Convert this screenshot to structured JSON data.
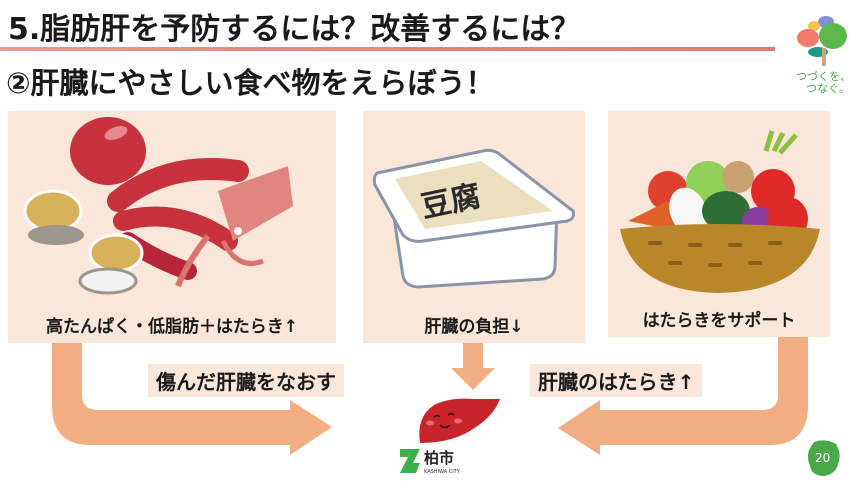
{
  "slide": {
    "title": "5.脂肪肝を予防するには？改善するには？",
    "subtitle": "②肝臓にやさしい食べ物をえらぼう！",
    "slogan_logo": {
      "line1": "つづくを、",
      "line2": "つなぐ。"
    },
    "page_number": "20"
  },
  "cards": [
    {
      "label": "高たんぱく・低脂肪＋はたらき↑",
      "image": "octopus-squid-clams-illustration"
    },
    {
      "label": "肝臓の負担↓",
      "image": "tofu-pack-illustration",
      "tofu_text": "豆腐"
    },
    {
      "label": "はたらきをサポート",
      "image": "vegetable-basket-illustration"
    }
  ],
  "effects": [
    {
      "text": "傷んだ肝臓をなおす"
    },
    {
      "text": "肝臓のはたらき↑"
    }
  ],
  "city_logo": {
    "name": "柏市",
    "romaji": "KASHIWA CITY"
  },
  "colors": {
    "card_bg": "#fbe6da",
    "arrow": "#f2ad82",
    "rule": "#e6837a",
    "liver": "#c8242a",
    "city_green": "#3db04a"
  }
}
